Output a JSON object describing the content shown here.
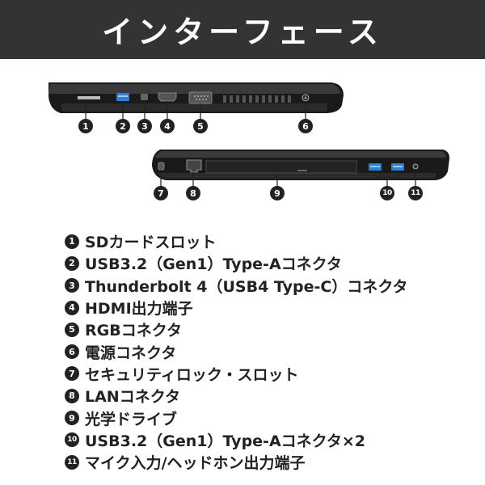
{
  "header": {
    "title": "インターフェース"
  },
  "diagram": {
    "top_markers": [
      "1",
      "2",
      "3",
      "4",
      "5",
      "6"
    ],
    "bottom_markers": [
      "7",
      "8",
      "9",
      "10",
      "11"
    ]
  },
  "ports": [
    {
      "num": "1",
      "label": "SDカードスロット"
    },
    {
      "num": "2",
      "label": "USB3.2（Gen1）Type-Aコネクタ"
    },
    {
      "num": "3",
      "label": "Thunderbolt 4（USB4 Type-C）コネクタ"
    },
    {
      "num": "4",
      "label": "HDMI出力端子"
    },
    {
      "num": "5",
      "label": "RGBコネクタ"
    },
    {
      "num": "6",
      "label": "電源コネクタ"
    },
    {
      "num": "7",
      "label": "セキュリティロック・スロット"
    },
    {
      "num": "8",
      "label": "LANコネクタ"
    },
    {
      "num": "9",
      "label": "光学ドライブ"
    },
    {
      "num": "10",
      "label": "USB3.2（Gen1）Type-Aコネクタ×2"
    },
    {
      "num": "11",
      "label": "マイク入力/ヘッドホン出力端子"
    }
  ]
}
